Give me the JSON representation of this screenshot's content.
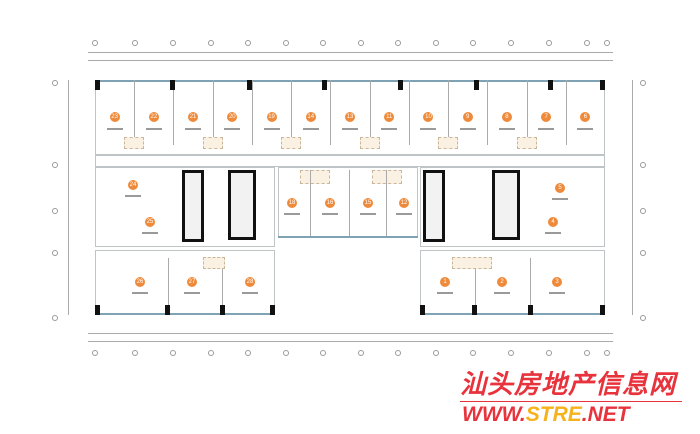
{
  "plan": {
    "top_row_units": [
      "23",
      "22",
      "21",
      "20",
      "19",
      "14",
      "13",
      "11",
      "10",
      "9",
      "8",
      "7",
      "6"
    ],
    "left_middle_units": [
      "24",
      "25"
    ],
    "center_units": [
      "18",
      "16",
      "15",
      "12"
    ],
    "right_middle_units": [
      "5",
      "4"
    ],
    "bottom_left_units": [
      "26",
      "27",
      "28"
    ],
    "bottom_right_units": [
      "1",
      "2",
      "3"
    ]
  },
  "watermark": {
    "name": "汕头房地产信息网",
    "url_prefix": "WWW.",
    "url_brand": "STRE",
    "url_suffix": ".NET"
  },
  "colors": {
    "badge": "#ee8a3a",
    "watermark": "#e8323c",
    "glass": "#7fa3b5"
  }
}
